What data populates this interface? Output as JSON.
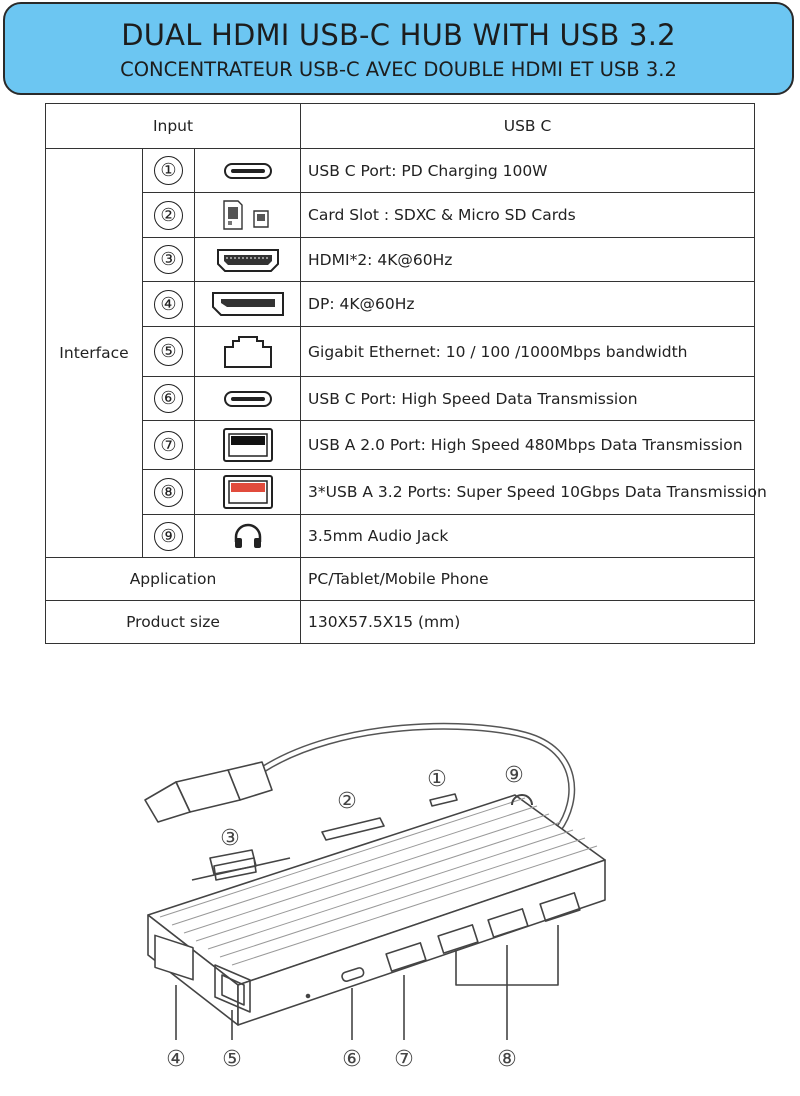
{
  "header": {
    "title_en": "DUAL HDMI USB-C HUB WITH USB 3.2",
    "title_fr": "CONCENTRATEUR USB-C AVEC DOUBLE HDMI ET USB 3.2"
  },
  "table": {
    "input_label": "Input",
    "input_value": "USB C",
    "interface_label": "Interface",
    "rows": [
      {
        "num": "①",
        "icon": "usb-c-port-icon",
        "text": "USB C Port: PD Charging 100W"
      },
      {
        "num": "②",
        "icon": "sd-card-icon",
        "text": "Card Slot : SDXC & Micro SD Cards"
      },
      {
        "num": "③",
        "icon": "hdmi-port-icon",
        "text": "HDMI*2: 4K@60Hz"
      },
      {
        "num": "④",
        "icon": "displayport-icon",
        "text": "DP: 4K@60Hz"
      },
      {
        "num": "⑤",
        "icon": "ethernet-port-icon",
        "text": "Gigabit Ethernet: 10 / 100 /1000Mbps bandwidth"
      },
      {
        "num": "⑥",
        "icon": "usb-c-port-icon",
        "text": "USB C Port: High Speed Data Transmission"
      },
      {
        "num": "⑦",
        "icon": "usb-a-2-port-icon",
        "text": "USB A 2.0 Port: High Speed 480Mbps Data Transmission"
      },
      {
        "num": "⑧",
        "icon": "usb-a-3-port-icon",
        "text": "3*USB A 3.2 Ports: Super Speed 10Gbps Data Transmission"
      },
      {
        "num": "⑨",
        "icon": "headphone-icon",
        "text": "3.5mm Audio Jack"
      }
    ],
    "application_label": "Application",
    "application_value": "PC/Tablet/Mobile Phone",
    "size_label": "Product size",
    "size_value": "130X57.5X15 (mm)"
  },
  "illustration": {
    "callouts": [
      "①",
      "②",
      "③",
      "④",
      "⑤",
      "⑥",
      "⑦",
      "⑧",
      "⑨"
    ]
  },
  "colors": {
    "banner": "#6cc6f2",
    "usb3_accent": "#e14b3c"
  }
}
